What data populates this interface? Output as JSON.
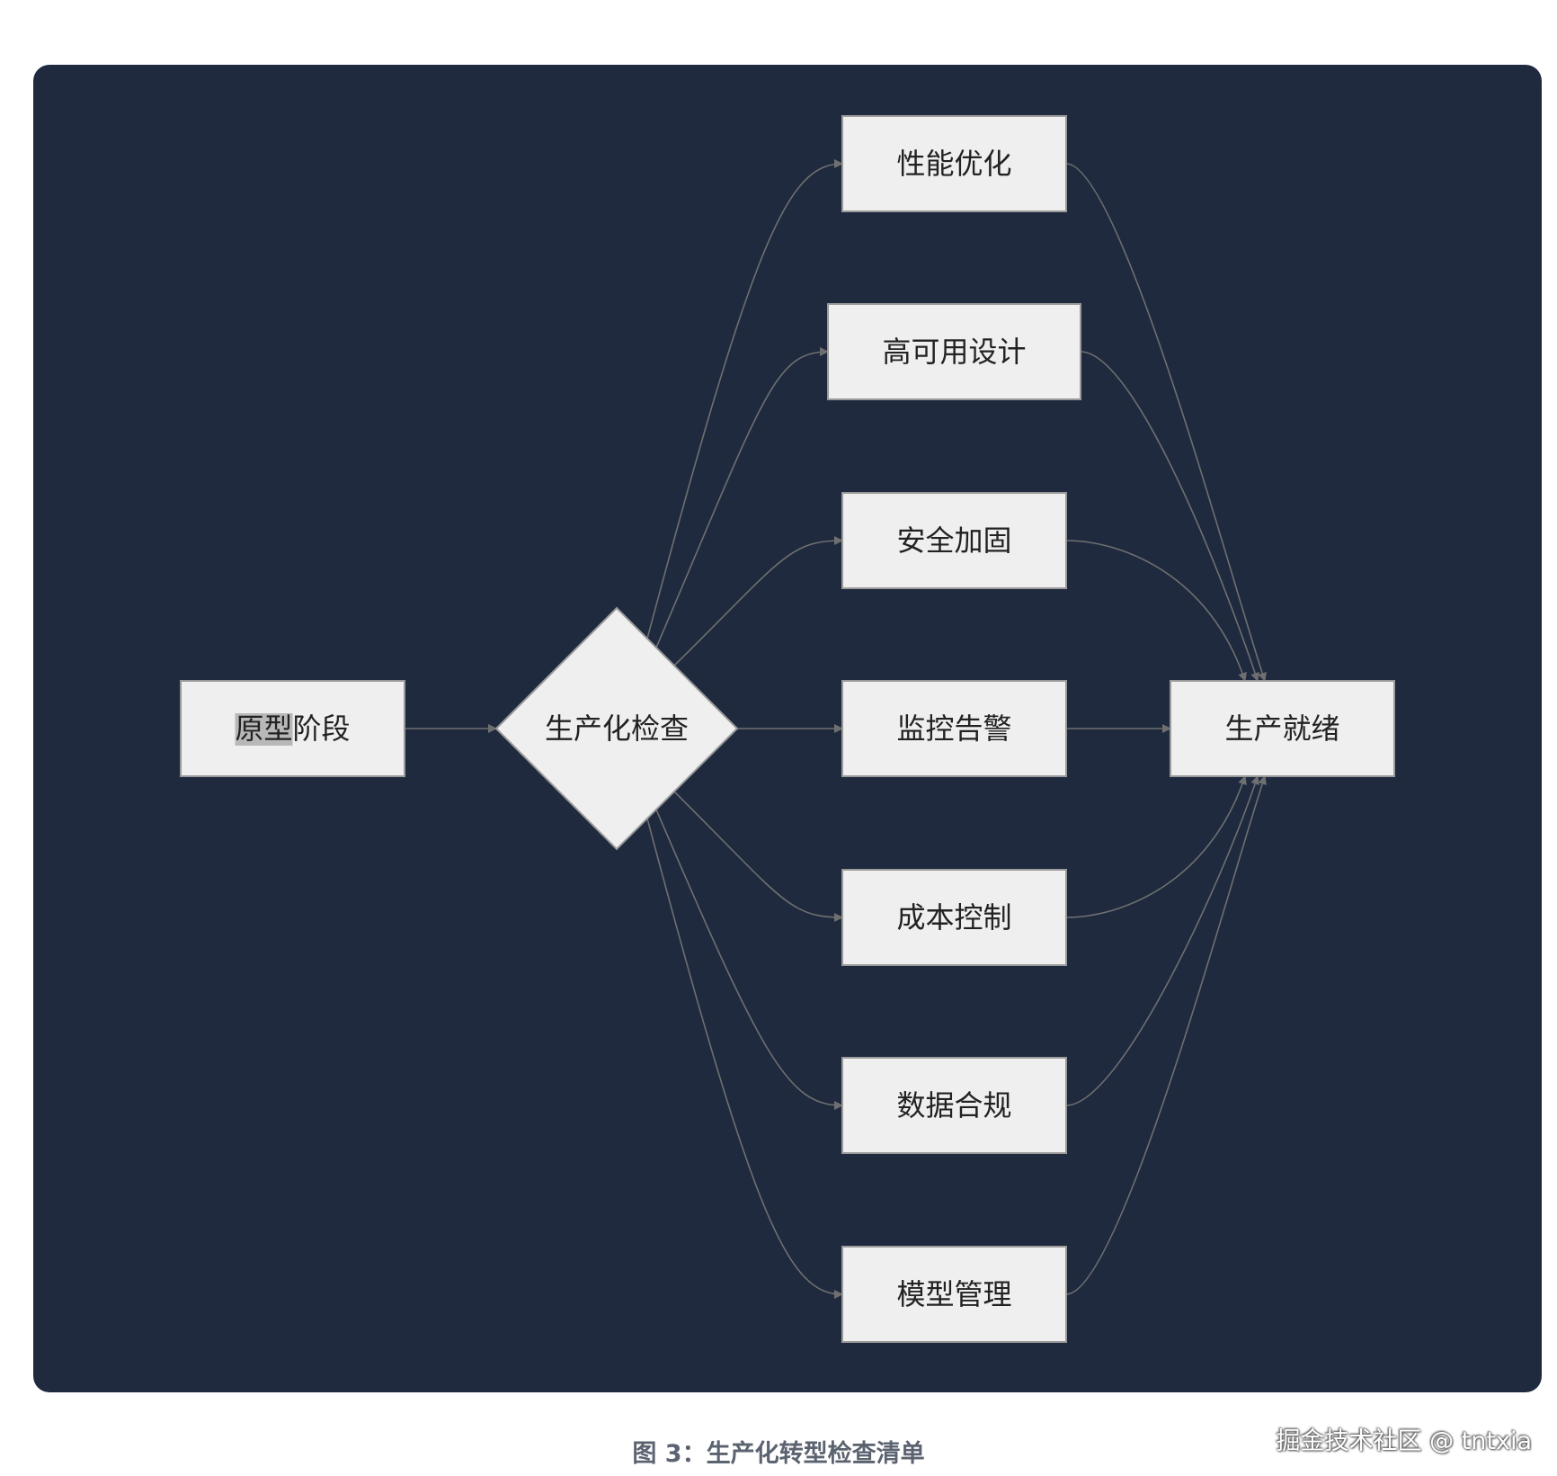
{
  "colors": {
    "panel_background": "#1f2a3f",
    "node_fill": "#efefef",
    "node_stroke": "#9a9a9a",
    "edge": "#6f6f6f",
    "text_highlight": "#b8b8b8",
    "caption": "#5c6370"
  },
  "diagram": {
    "start": {
      "label_highlight": "原型",
      "label_rest": "阶段"
    },
    "decision": {
      "label": "生产化检查"
    },
    "checks": [
      {
        "label": "性能优化"
      },
      {
        "label": "高可用设计"
      },
      {
        "label": "安全加固"
      },
      {
        "label": "监控告警"
      },
      {
        "label": "成本控制"
      },
      {
        "label": "数据合规"
      },
      {
        "label": "模型管理"
      }
    ],
    "end": {
      "label": "生产就绪"
    }
  },
  "caption": "图 3：生产化转型检查清单",
  "watermark": "掘金技术社区 @ tntxia"
}
